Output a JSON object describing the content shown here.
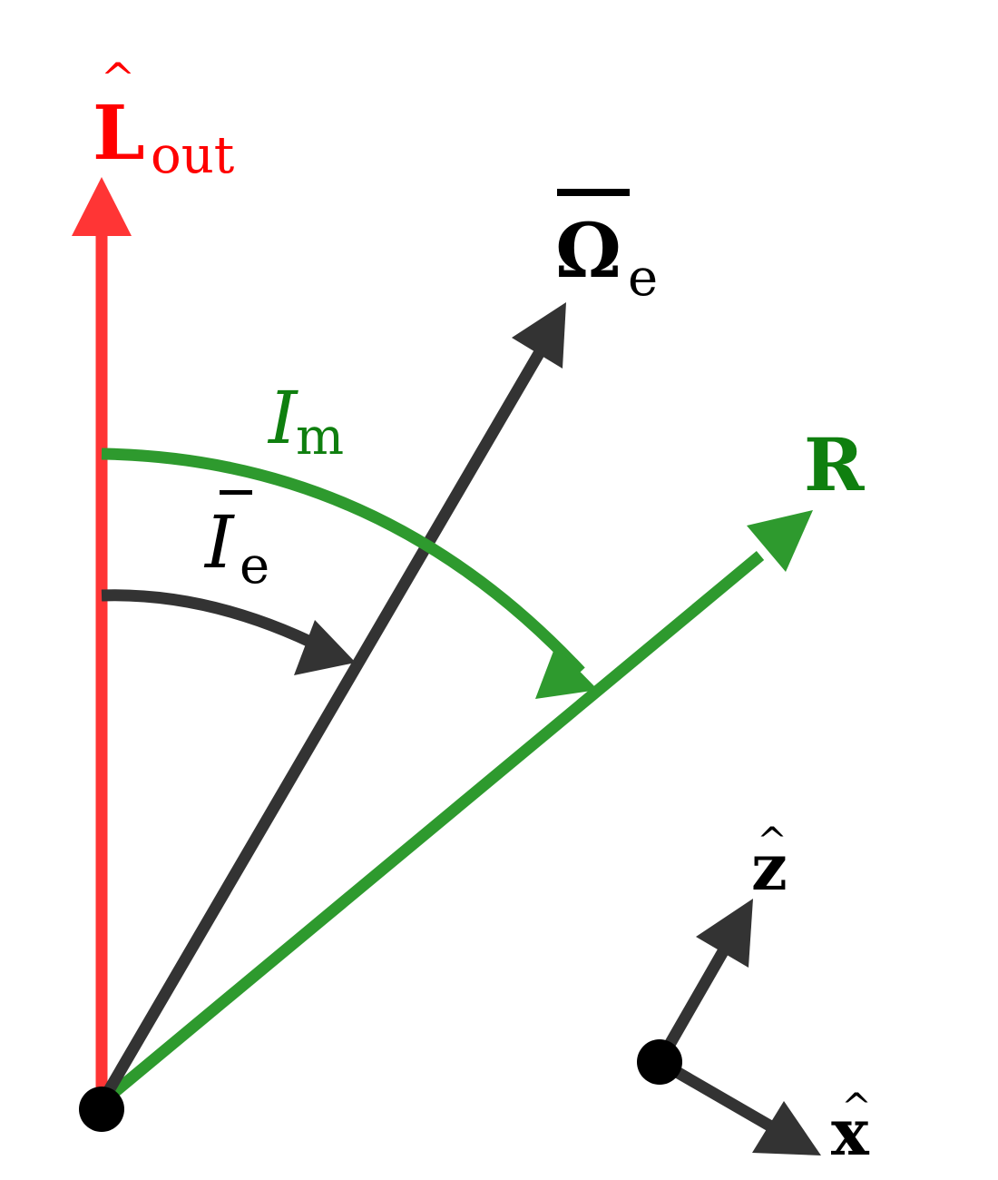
{
  "colors": {
    "red": "#ff3535",
    "red_text": "#ff0000",
    "green": "#2e9a2e",
    "green_text": "#0f7f0f",
    "dark": "#333333",
    "black": "#000000"
  },
  "labels": {
    "L_out": {
      "hat": "^",
      "main": "L",
      "sub": "out"
    },
    "Omega_e": {
      "main": "Ω",
      "sub": "e"
    },
    "R": {
      "main": "R"
    },
    "I_m": {
      "main": "I",
      "sub": "m"
    },
    "I_e_bar": {
      "main": "I",
      "sub": "e"
    },
    "z_hat": {
      "hat": "^",
      "main": "z"
    },
    "x_hat": {
      "hat": "^",
      "main": "x"
    }
  },
  "icons": {
    "origin": "filled-circle",
    "arrows": "triangle-arrowhead"
  }
}
